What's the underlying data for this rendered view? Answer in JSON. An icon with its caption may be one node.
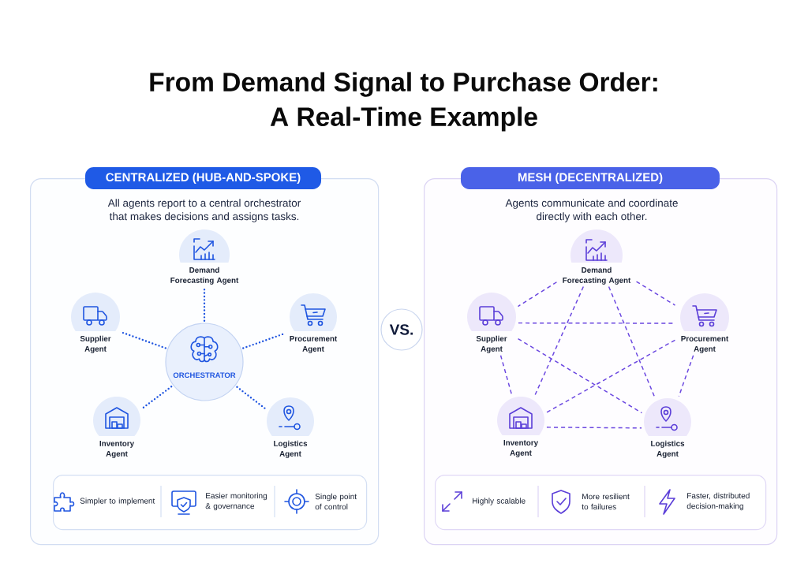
{
  "diagram": {
    "title": "From Demand Signal to Purchase Order: A Real-Time Example",
    "nodes": [
      {
        "text": [
          "CENTRALIZED (HUB-AND-SPOKE)",
          "All agents report to a central orchestrator that makes decisions and assigns tasks."
        ]
      },
      {
        "text": [
          "Demand Forecasting Agent"
        ],
        "in": 0
      },
      {
        "text": [
          "Supplier Agent"
        ],
        "in": 0
      },
      {
        "text": [
          "Procurement Agent"
        ],
        "in": 0
      },
      {
        "text": [
          "ORCHESTRATOR"
        ],
        "in": 0
      },
      {
        "text": [
          "Inventory Agent"
        ],
        "in": 0
      },
      {
        "text": [
          "Logistics Agent"
        ],
        "in": 0
      },
      {
        "text": [
          "Simpler to implement",
          "Easier monitoring & governance",
          "Single point of control"
        ],
        "in": 0
      },
      {
        "text": [
          "VS."
        ]
      },
      {
        "text": [
          "MESH (DECENTRALIZED)",
          "Agents communicate and coordinate directly with each other."
        ]
      },
      {
        "text": [
          "Demand Forecasting Agent"
        ],
        "in": 9
      },
      {
        "text": [
          "Supplier Agent"
        ],
        "in": 9
      },
      {
        "text": [
          "Procurement Agent"
        ],
        "in": 9
      },
      {
        "text": [
          "Inventory Agent"
        ],
        "in": 9
      },
      {
        "text": [
          "Logistics Agent"
        ],
        "in": 9
      },
      {
        "text": [
          "Highly scalable",
          "More resilient to failures",
          "Faster, distributed decision-making"
        ],
        "in": 9
      }
    ],
    "edges": [
      {
        "from": 4,
        "to": 1,
        "arrow": "none",
        "color": "#1f55e0"
      },
      {
        "from": 4,
        "to": 2,
        "arrow": "none",
        "color": "#1f55e0"
      },
      {
        "from": 4,
        "to": 3,
        "arrow": "none",
        "color": "#1f55e0"
      },
      {
        "from": 4,
        "to": 5,
        "arrow": "none",
        "color": "#1f55e0"
      },
      {
        "from": 4,
        "to": 6,
        "arrow": "none",
        "color": "#1f55e0"
      },
      {
        "from": 10,
        "to": 11,
        "arrow": "none",
        "style": "dashed",
        "color": "#6a46e0"
      },
      {
        "from": 10,
        "to": 12,
        "arrow": "none",
        "style": "dashed",
        "color": "#6a46e0"
      },
      {
        "from": 10,
        "to": 13,
        "arrow": "none",
        "style": "dashed",
        "color": "#6a46e0"
      },
      {
        "from": 10,
        "to": 14,
        "arrow": "none",
        "style": "dashed",
        "color": "#6a46e0"
      },
      {
        "from": 11,
        "to": 12,
        "arrow": "none",
        "style": "dashed",
        "color": "#6a46e0"
      },
      {
        "from": 11,
        "to": 13,
        "arrow": "none",
        "style": "dashed",
        "color": "#6a46e0"
      },
      {
        "from": 11,
        "to": 14,
        "arrow": "none",
        "style": "dashed",
        "color": "#6a46e0"
      },
      {
        "from": 12,
        "to": 13,
        "arrow": "none",
        "style": "dashed",
        "color": "#6a46e0"
      },
      {
        "from": 12,
        "to": 14,
        "arrow": "none",
        "style": "dashed",
        "color": "#6a46e0"
      },
      {
        "from": 13,
        "to": 14,
        "arrow": "none",
        "style": "dashed",
        "color": "#6a46e0"
      }
    ]
  }
}
